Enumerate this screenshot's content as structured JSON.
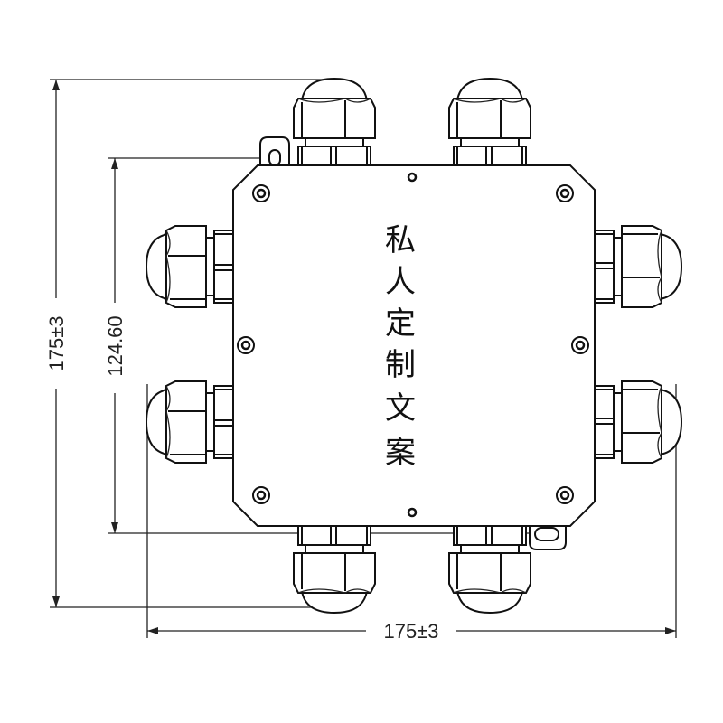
{
  "drawing": {
    "label_text": [
      "私",
      "人",
      "定",
      "制",
      "文",
      "案"
    ],
    "dimensions": {
      "overall_height": "175±3",
      "box_height": "124.60",
      "overall_width": "175±3"
    },
    "line_color": "#111111"
  }
}
